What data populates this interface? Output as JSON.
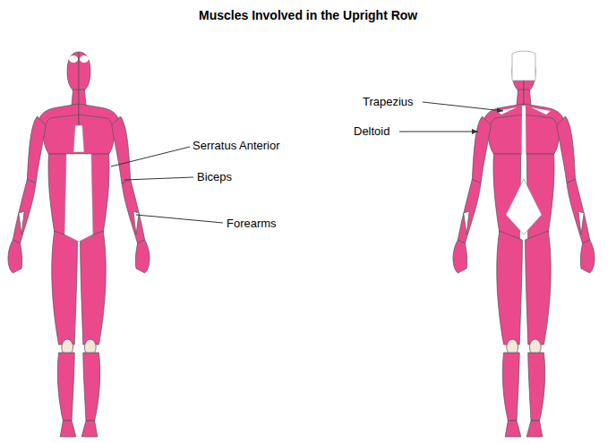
{
  "diagram": {
    "title": "Muscles Involved in the Upright Row",
    "labels": [
      "Serratus Anterior",
      "Biceps",
      "Forearms",
      "Trapezius",
      "Deltoid"
    ]
  }
}
